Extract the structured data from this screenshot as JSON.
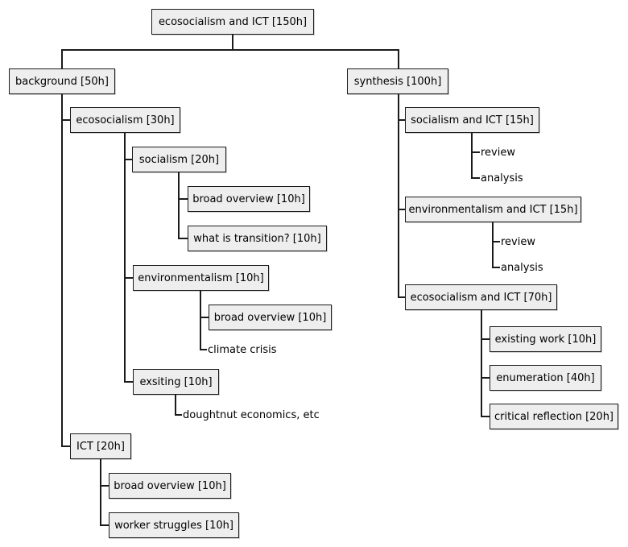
{
  "diagram": {
    "type": "work-breakdown-tree",
    "background_color": "#ffffff",
    "node_fill": "#eeeeee",
    "node_border": "#1b1b1b",
    "line_color": "#1b1b1b",
    "text_color": "#000000"
  },
  "nodes": {
    "root": {
      "label": "ecosocialism and ICT [150h]"
    },
    "background": {
      "label": "background [50h]"
    },
    "ecosocialism": {
      "label": "ecosocialism [30h]"
    },
    "socialism": {
      "label": "socialism [20h]"
    },
    "socialism_broad_overview": {
      "label": "broad overview [10h]"
    },
    "what_is_transition": {
      "label": "what is transition? [10h]"
    },
    "environmentalism": {
      "label": "environmentalism [10h]"
    },
    "environmentalism_broad_overview": {
      "label": "broad overview [10h]"
    },
    "climate_crisis": {
      "label": "climate crisis"
    },
    "exsiting": {
      "label": "exsiting [10h]"
    },
    "doughtnut_economics": {
      "label": "doughtnut economics, etc"
    },
    "ict": {
      "label": "ICT [20h]"
    },
    "ict_broad_overview": {
      "label": "broad overview [10h]"
    },
    "worker_struggles": {
      "label": "worker struggles [10h]"
    },
    "synthesis": {
      "label": "synthesis [100h]"
    },
    "socialism_and_ict": {
      "label": "socialism and ICT [15h]"
    },
    "socialism_and_ict_review": {
      "label": "review"
    },
    "socialism_and_ict_analysis": {
      "label": "analysis"
    },
    "environmentalism_and_ict": {
      "label": "environmentalism and ICT [15h]"
    },
    "environmentalism_and_ict_review": {
      "label": "review"
    },
    "environmentalism_and_ict_analysis": {
      "label": "analysis"
    },
    "ecosocialism_and_ict": {
      "label": "ecosocialism and ICT [70h]"
    },
    "existing_work": {
      "label": "existing work [10h]"
    },
    "enumeration": {
      "label": "enumeration [40h]"
    },
    "critical_reflection": {
      "label": "critical reflection [20h]"
    }
  },
  "hierarchy": {
    "root": [
      "background",
      "synthesis"
    ],
    "background": [
      "ecosocialism",
      "ict"
    ],
    "ecosocialism": [
      "socialism",
      "environmentalism",
      "exsiting"
    ],
    "socialism": [
      "socialism_broad_overview",
      "what_is_transition"
    ],
    "environmentalism": [
      "environmentalism_broad_overview",
      "climate_crisis"
    ],
    "exsiting": [
      "doughtnut_economics"
    ],
    "ict": [
      "ict_broad_overview",
      "worker_struggles"
    ],
    "synthesis": [
      "socialism_and_ict",
      "environmentalism_and_ict",
      "ecosocialism_and_ict"
    ],
    "socialism_and_ict": [
      "socialism_and_ict_review",
      "socialism_and_ict_analysis"
    ],
    "environmentalism_and_ict": [
      "environmentalism_and_ict_review",
      "environmentalism_and_ict_analysis"
    ],
    "ecosocialism_and_ict": [
      "existing_work",
      "enumeration",
      "critical_reflection"
    ]
  }
}
